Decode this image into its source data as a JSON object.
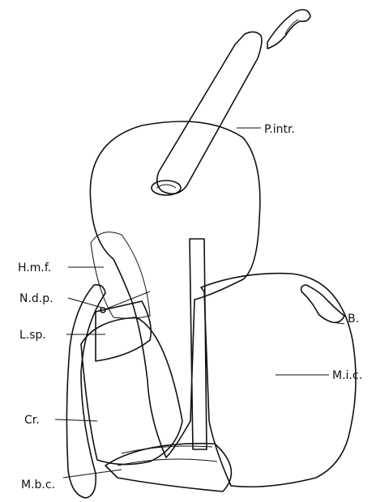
{
  "labels": {
    "p_intr": "P.intr.",
    "h_m_f": "H.m.f.",
    "n_d_p": "N.d.p.",
    "l_sp": "L.sp.",
    "cr": "Cr.",
    "m_b_c": "M.b.c.",
    "b": "B.",
    "m_i_c": "M.i.c."
  },
  "colors": {
    "ink": "#111111",
    "paper": "#ffffff"
  }
}
